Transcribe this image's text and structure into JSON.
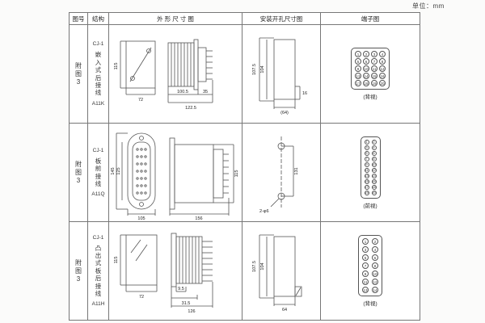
{
  "page": {
    "unit_label": "单位：mm"
  },
  "table": {
    "headers": {
      "figure": "图号",
      "structure": "结构",
      "outline": "外 形 尺 寸 图",
      "mounting": "安装开孔尺寸图",
      "terminal": "端子图"
    },
    "rows": [
      {
        "figure_no": "附图3",
        "model": "CJ-1",
        "structure_desc": "嵌入式后接线",
        "code": "A11K",
        "outline_dims": [
          "115",
          "72",
          "100.5",
          "122.5",
          "35"
        ],
        "mounting_dims": [
          "107.5",
          "104",
          "16",
          "(64)"
        ],
        "terminals": [
          "1",
          "2",
          "3",
          "4",
          "5",
          "6",
          "7",
          "8",
          "9",
          "10",
          "11",
          "12",
          "13",
          "14",
          "15",
          "16",
          "17",
          "18",
          "19",
          "20"
        ],
        "terminal_caption": "(背视)"
      },
      {
        "figure_no": "附图3",
        "model": "CJ-1",
        "structure_desc": "板前接线",
        "code": "A11Q",
        "outline_dims": [
          "125",
          "145",
          "105",
          "156",
          "115"
        ],
        "mounting_dims": [
          "131",
          "2-φ6"
        ],
        "terminals": [
          "1",
          "2",
          "3",
          "4",
          "5",
          "6",
          "7",
          "8",
          "9",
          "10",
          "11",
          "12",
          "13",
          "14",
          "15",
          "16",
          "17",
          "18",
          "19",
          "20"
        ],
        "terminal_caption": "(前视)"
      },
      {
        "figure_no": "附图3",
        "model": "CJ-1",
        "structure_desc": "凸出式板后接线",
        "code": "A11H",
        "outline_dims": [
          "115",
          "72",
          "9.5",
          "31.5",
          "126"
        ],
        "mounting_dims": [
          "107.5",
          "104",
          "64"
        ],
        "terminals": [
          "1",
          "2",
          "3",
          "4",
          "5",
          "6",
          "7",
          "8",
          "9",
          "10",
          "11",
          "12",
          "13",
          "14"
        ],
        "terminal_caption": "(背视)"
      }
    ]
  }
}
